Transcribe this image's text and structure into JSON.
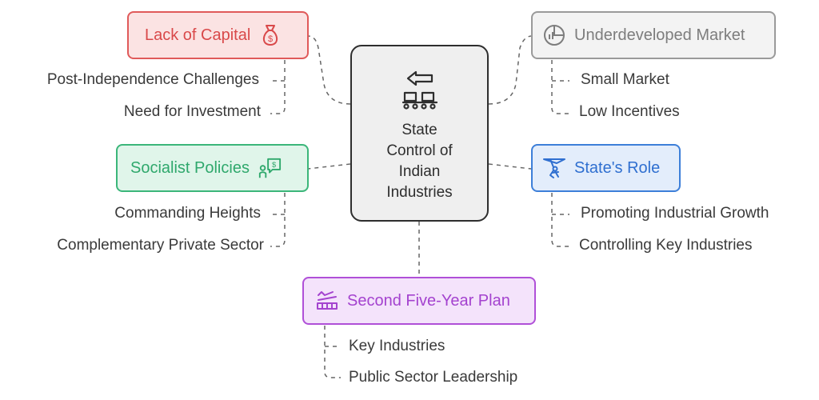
{
  "center": {
    "title_lines": [
      "State",
      "Control of",
      "Indian",
      "Industries"
    ],
    "icon": "conveyor-belt-icon"
  },
  "branches": {
    "lack_of_capital": {
      "label": "Lack of Capital",
      "icon": "money-bag-icon",
      "color": "#e05a5a",
      "items": [
        "Post-Independence Challenges",
        "Need for Investment"
      ]
    },
    "underdeveloped_market": {
      "label": "Underdeveloped Market",
      "icon": "market-chart-icon",
      "color": "#8a8a8a",
      "items": [
        "Small Market",
        "Low Incentives"
      ]
    },
    "socialist_policies": {
      "label": "Socialist Policies",
      "icon": "person-speech-dollar-icon",
      "color": "#3bb67a",
      "items": [
        "Commanding Heights",
        "Complementary Private Sector"
      ]
    },
    "states_role": {
      "label": "State's Role",
      "icon": "hang-glider-icon",
      "color": "#3d7fd9",
      "items": [
        "Promoting Industrial Growth",
        "Controlling Key Industries"
      ]
    },
    "second_plan": {
      "label": "Second Five-Year Plan",
      "icon": "planning-chart-icon",
      "color": "#b050d8",
      "items": [
        "Key Industries",
        "Public Sector Leadership"
      ]
    }
  }
}
